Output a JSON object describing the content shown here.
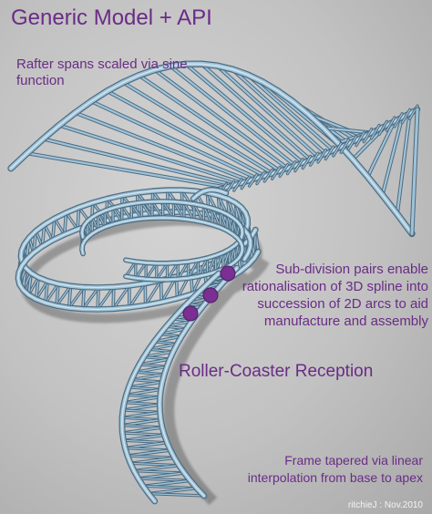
{
  "title": "Generic Model + API",
  "annotations": {
    "rafter_note": "Rafter spans scaled via sine function",
    "subdivision_note": "Sub-division pairs enable rationalisation of 3D spline into succession of 2D arcs to aid manufacture and assembly",
    "reception_label": "Roller-Coaster Reception",
    "taper_note": "Frame tapered via linear interpolation from base to apex"
  },
  "credit": "ritchieJ : Nov.2010",
  "colors": {
    "label_text": "#6a2c86",
    "marker": "#7b2f93",
    "frame_tube": "#9fc3d8",
    "frame_tube_edge": "#4d6b80",
    "credit_text": "#f4f4f4"
  }
}
